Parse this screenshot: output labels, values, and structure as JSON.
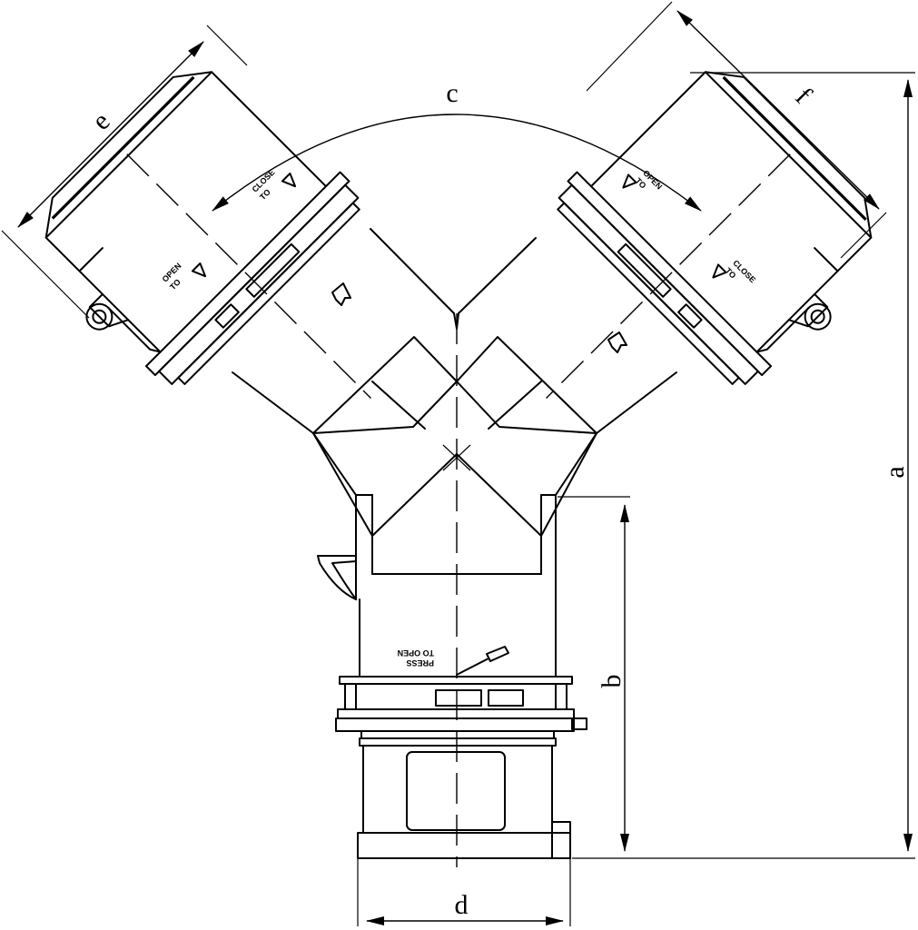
{
  "labels": {
    "a": "a",
    "b": "b",
    "c": "c",
    "d": "d",
    "e": "e",
    "f": "f"
  },
  "markings": {
    "left_upper_top": "CLOSE",
    "left_upper_bottom": "TO",
    "left_lower_top": "OPEN",
    "left_lower_bottom": "TO",
    "right_upper_top": "OPEN",
    "right_upper_bottom": "TO",
    "right_lower_top": "CLOSE",
    "right_lower_bottom": "TO",
    "base_top": "PRESS",
    "base_bottom": "TO OPEN"
  },
  "colors": {
    "line": "#000000",
    "background": "#ffffff"
  }
}
